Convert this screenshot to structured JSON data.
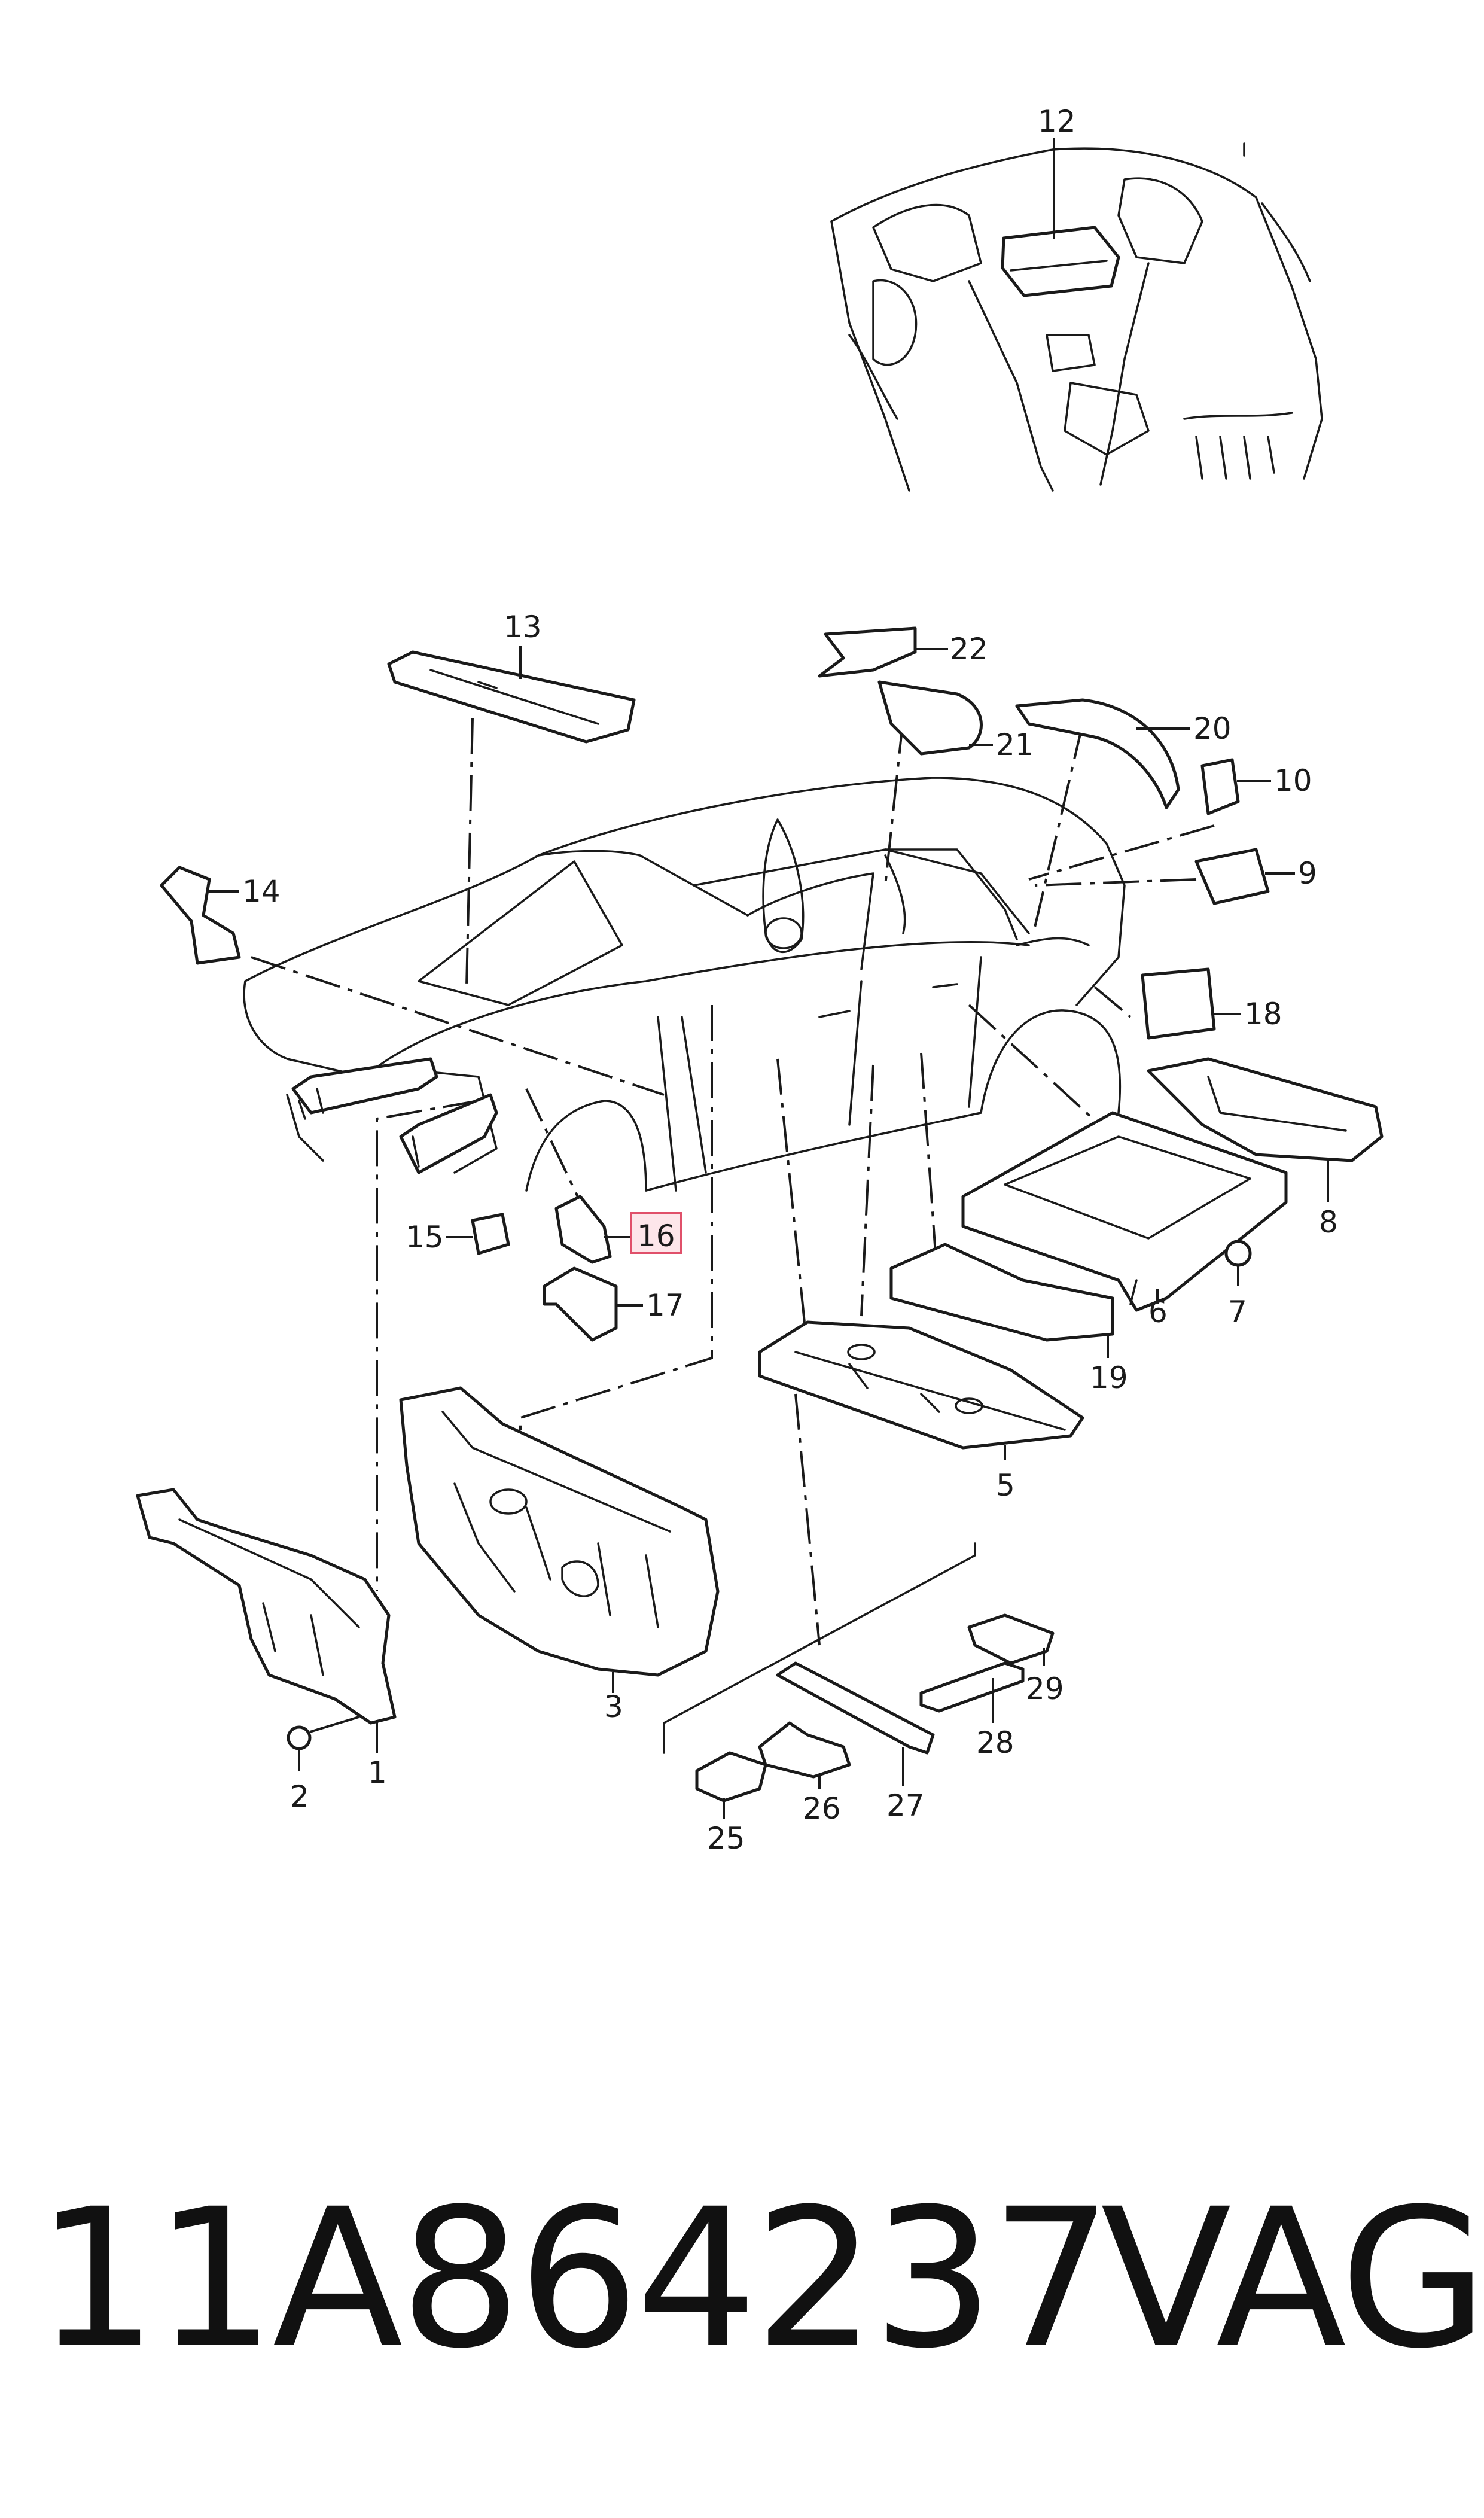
{
  "footer": {
    "part_number": "11A864237",
    "brand": "VAG"
  },
  "highlight": {
    "callout": "16",
    "fill_color": "#fde6ea",
    "border_color": "#e0506a"
  },
  "callouts": {
    "c1": "1",
    "c2": "2",
    "c3": "3",
    "c5": "5",
    "c6": "6",
    "c7": "7",
    "c8": "8",
    "c9": "9",
    "c10": "10",
    "c12": "12",
    "c13": "13",
    "c14": "14",
    "c15": "15",
    "c16": "16",
    "c17": "17",
    "c18": "18",
    "c19": "19",
    "c20": "20",
    "c21": "21",
    "c22": "22",
    "c25": "25",
    "c26": "26",
    "c27": "27",
    "c28": "28",
    "c29": "29"
  }
}
